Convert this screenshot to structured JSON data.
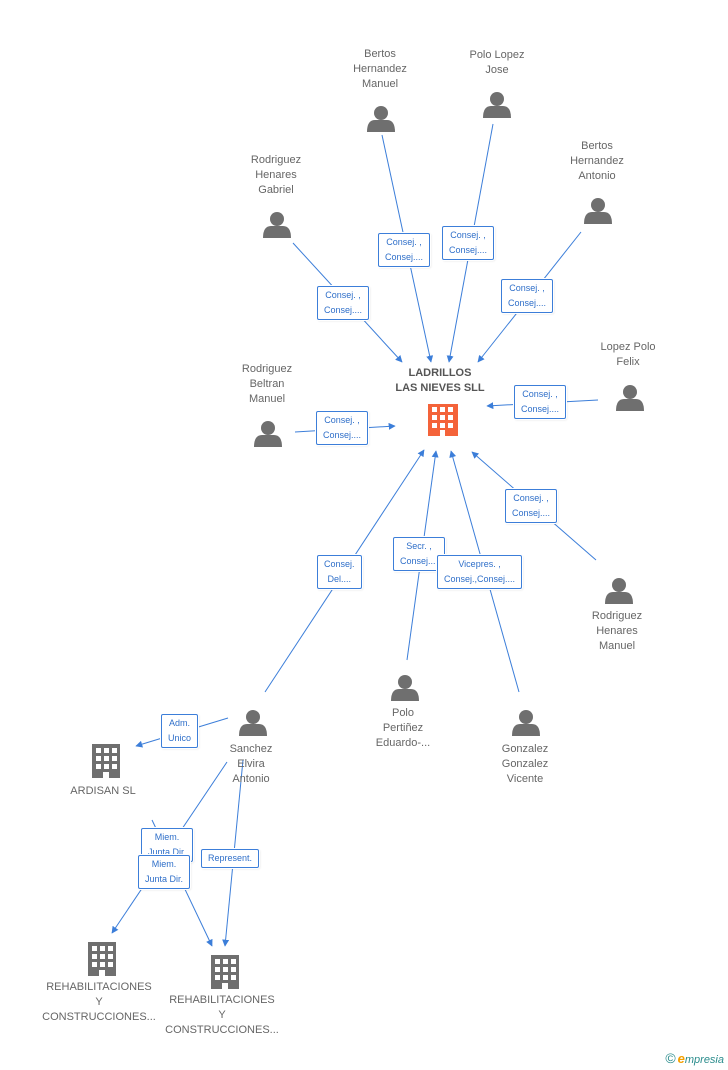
{
  "center": {
    "lines": [
      "LADRILLOS",
      "LAS NIEVES SLL"
    ]
  },
  "persons": {
    "bertos_hm": {
      "lines": [
        "Bertos",
        "Hernandez",
        "Manuel"
      ]
    },
    "polo_lopez": {
      "lines": [
        "Polo Lopez",
        "Jose"
      ]
    },
    "rodriguez_hg": {
      "lines": [
        "Rodriguez",
        "Henares",
        "Gabriel"
      ]
    },
    "bertos_ha": {
      "lines": [
        "Bertos",
        "Hernandez",
        "Antonio"
      ]
    },
    "lopez_polo": {
      "lines": [
        "Lopez Polo",
        "Felix"
      ]
    },
    "rodriguez_bm": {
      "lines": [
        "Rodriguez",
        "Beltran",
        "Manuel"
      ]
    },
    "rodriguez_hm": {
      "lines": [
        "Rodriguez",
        "Henares",
        "Manuel"
      ]
    },
    "polo_pe": {
      "lines": [
        "Polo",
        "Pertiñez",
        "Eduardo-..."
      ]
    },
    "gonzalez_gv": {
      "lines": [
        "Gonzalez",
        "Gonzalez",
        "Vicente"
      ]
    },
    "sanchez_ea": {
      "lines": [
        "Sanchez",
        "Elvira",
        "Antonio"
      ]
    }
  },
  "companies": {
    "ardisan": {
      "lines": [
        "ARDISAN SL"
      ]
    },
    "rehab1": {
      "lines": [
        "REHABILITACIONES",
        "Y",
        "CONSTRUCCIONES..."
      ]
    },
    "rehab2": {
      "lines": [
        "REHABILITACIONES",
        "Y",
        "CONSTRUCCIONES..."
      ]
    }
  },
  "edges": {
    "e_bertos_hm": {
      "lines": [
        "Consej. ,",
        "Consej...."
      ]
    },
    "e_polo_lopez": {
      "lines": [
        "Consej. ,",
        "Consej...."
      ]
    },
    "e_rodriguez_hg": {
      "lines": [
        "Consej. ,",
        "Consej...."
      ]
    },
    "e_bertos_ha": {
      "lines": [
        "Consej. ,",
        "Consej...."
      ]
    },
    "e_lopez_polo": {
      "lines": [
        "Consej. ,",
        "Consej...."
      ]
    },
    "e_rodriguez_bm": {
      "lines": [
        "Consej. ,",
        "Consej...."
      ]
    },
    "e_rodriguez_hm": {
      "lines": [
        "Consej. ,",
        "Consej...."
      ]
    },
    "e_sanchez": {
      "lines": [
        "Consej.",
        "Del...."
      ]
    },
    "e_polo_pe": {
      "lines": [
        "Secr. ,",
        "Consej...."
      ]
    },
    "e_gonzalez": {
      "lines": [
        "Vicepres. ,",
        "Consej.,Consej...."
      ]
    },
    "e_adm": {
      "lines": [
        "Adm.",
        "Unico"
      ]
    },
    "e_miem1": {
      "lines": [
        "Miem.",
        "Junta Dir."
      ]
    },
    "e_represent": {
      "lines": [
        "Represent."
      ]
    },
    "e_miem2": {
      "lines": [
        "Miem.",
        "Junta Dir."
      ]
    }
  },
  "footer": {
    "copyright": "©",
    "brand_e": "e",
    "brand_rest": "mpresia"
  },
  "colors": {
    "edge": "#3c7ed9",
    "person": "#6f6f6f",
    "company": "#6f6f6f",
    "center": "#f4633a"
  }
}
